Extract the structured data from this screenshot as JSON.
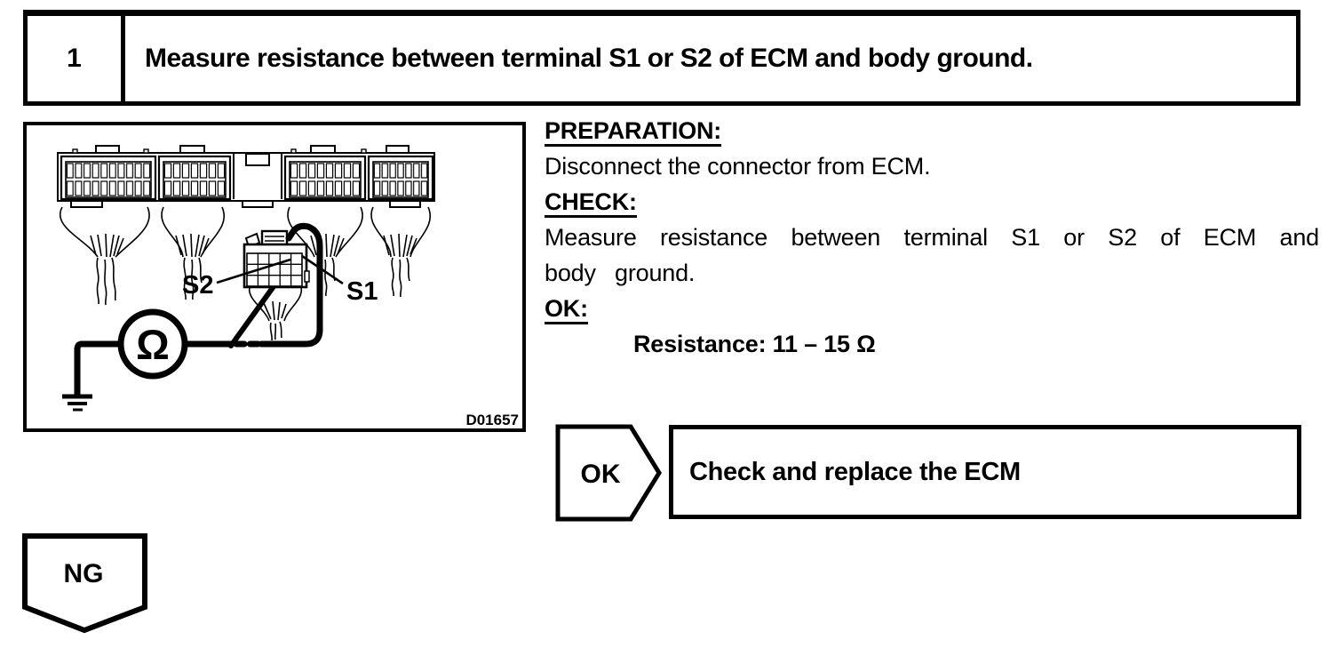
{
  "step": {
    "number": "1",
    "title": "Measure resistance between terminal S1 or S2 of ECM and body ground."
  },
  "figure": {
    "code": "D01657",
    "s2_label": "S2",
    "s1_label": "S1",
    "ohm_symbol": "Ω"
  },
  "instructions": {
    "preparation_heading": "PREPARATION:",
    "preparation_text": "Disconnect the connector from ECM.",
    "check_heading": "CHECK:",
    "check_text": "Measure resistance between terminal S1 or S2 of ECM and body ground.",
    "ok_heading": "OK:",
    "ok_spec": "Resistance: 11 – 15 Ω"
  },
  "flow": {
    "ok_label": "OK",
    "ok_action": "Check and replace the ECM",
    "ng_label": "NG"
  },
  "colors": {
    "ink": "#000000",
    "paper": "#ffffff"
  }
}
